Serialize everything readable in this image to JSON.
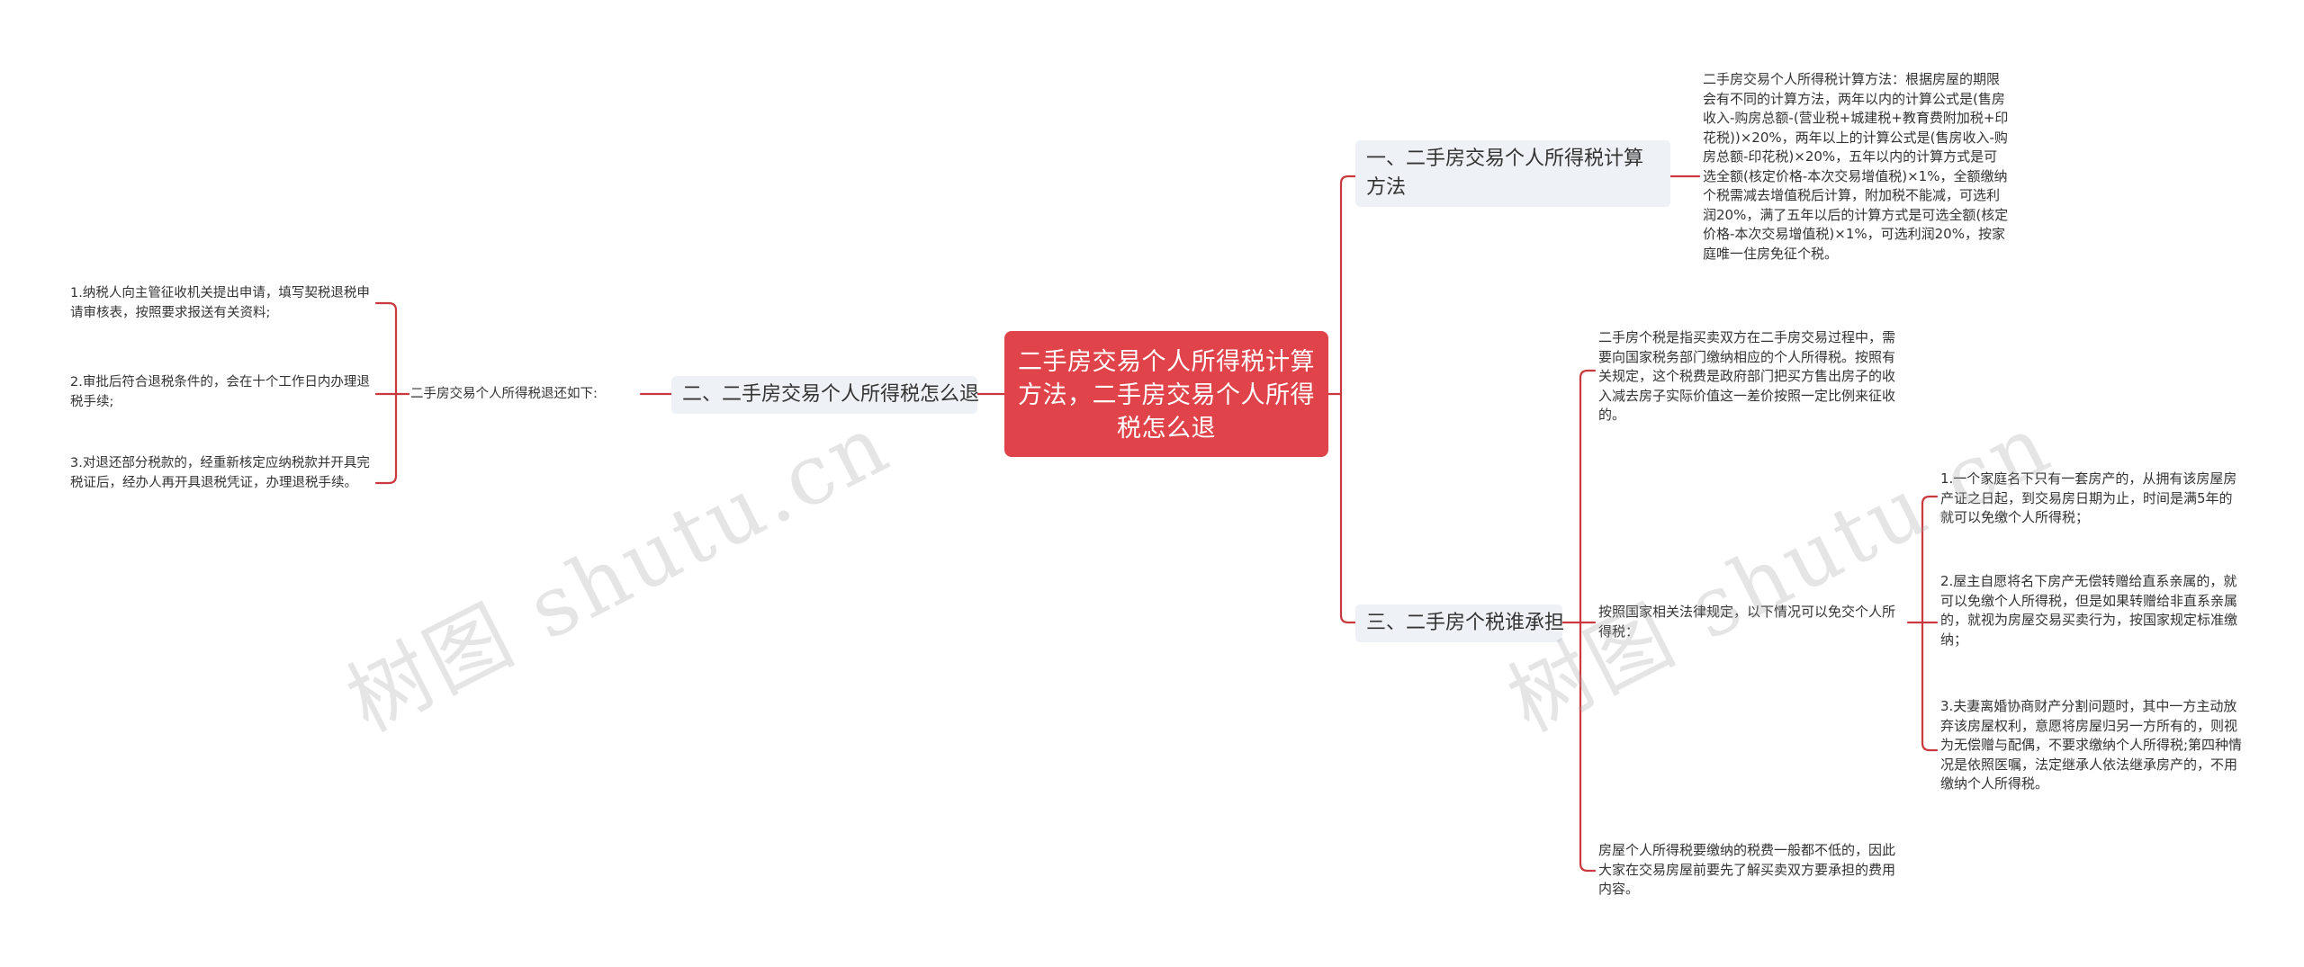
{
  "root": {
    "title": "二手房交易个人所得税计算方法，二手房交易个人所得税怎么退"
  },
  "branches": {
    "b1": {
      "label": "一、二手房交易个人所得税计算方法",
      "detail": "二手房交易个人所得税计算方法：根据房屋的期限会有不同的计算方法，两年以内的计算公式是(售房收入-购房总额-(营业税+城建税+教育费附加税+印花税))×20%，两年以上的计算公式是(售房收入-购房总额-印花税)×20%，五年以内的计算方式是可选全额(核定价格-本次交易增值税)×1%，全额缴纳个税需减去增值税后计算，附加税不能减，可选利润20%，满了五年以后的计算方式是可选全额(核定价格-本次交易增值税)×1%，可选利润20%，按家庭唯一住房免征个税。"
    },
    "b2": {
      "label": "二、二手房交易个人所得税怎么退",
      "sub": "二手房交易个人所得税退还如下:",
      "items": [
        "1.纳税人向主管征收机关提出申请，填写契税退税申请审核表，按照要求报送有关资料;",
        "2.审批后符合退税条件的，会在十个工作日内办理退税手续;",
        "3.对退还部分税款的，经重新核定应纳税款并开具完税证后，经办人再开具退税凭证，办理退税手续。"
      ]
    },
    "b3": {
      "label": "三、二手房个税谁承担",
      "intro": "二手房个税是指买卖双方在二手房交易过程中，需要向国家税务部门缴纳相应的个人所得税。按照有关规定，这个税费是政府部门把买方售出房子的收入减去房子实际价值这一差价按照一定比例来征收的。",
      "exempt": "按照国家相关法律规定，以下情况可以免交个人所得税：",
      "items": [
        "1.一个家庭名下只有一套房产的，从拥有该房屋房产证之日起，到交易房日期为止，时间是满5年的就可以免缴个人所得税；",
        "2.屋主自愿将名下房产无偿转赠给直系亲属的，就可以免缴个人所得税，但是如果转赠给非直系亲属的，就视为房屋交易买卖行为，按国家规定标准缴纳；",
        "3.夫妻离婚协商财产分割问题时，其中一方主动放弃该房屋权利，意愿将房屋归另一方所有的，则视为无偿赠与配偶，不要求缴纳个人所得税;第四种情况是依照医嘱，法定继承人依法继承房产的，不用缴纳个人所得税。"
      ],
      "outro": "房屋个人所得税要缴纳的税费一般都不低的，因此大家在交易房屋前要先了解买卖双方要承担的费用内容。"
    }
  },
  "watermark": {
    "text": "树图 shutu.cn"
  },
  "colors": {
    "root": "#e0434a",
    "line": "#c9393f",
    "branch_bg": "#eef1f5"
  }
}
